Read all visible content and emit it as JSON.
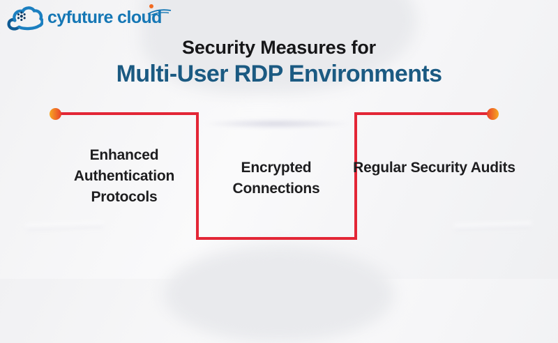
{
  "logo": {
    "brand": "cyfuture cloud",
    "icon": "cloud-swirl-icon",
    "brand_color": "#1577b5",
    "accent_dot_color": "#f26a21"
  },
  "title": {
    "line1": "Security Measures for",
    "line2": "Multi-User RDP Environments",
    "line1_color": "#161618",
    "line2_color": "#1b5a82"
  },
  "diagram": {
    "type": "connector-flow",
    "line_color": "#e32636",
    "endpoint_gradient": [
      "#f7a823",
      "#e8402a"
    ],
    "items": [
      {
        "label": "Enhanced Authentication Protocols"
      },
      {
        "label": "Encrypted Connections"
      },
      {
        "label": "Regular Security Audits"
      }
    ]
  }
}
